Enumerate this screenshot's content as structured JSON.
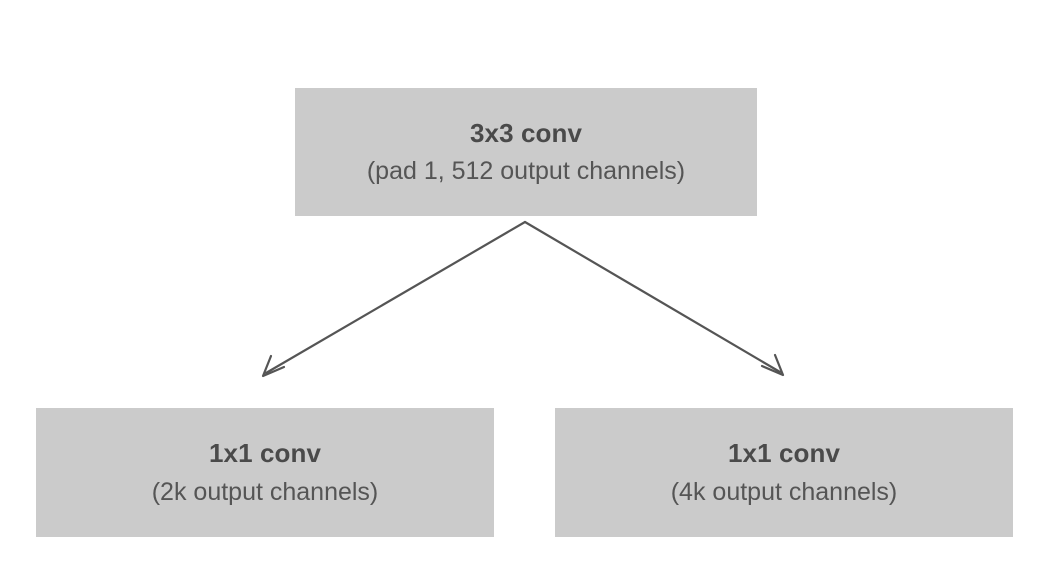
{
  "diagram": {
    "type": "flowchart",
    "orientation": "top-down-branching",
    "background_color": "#ffffff",
    "node_fill_color": "#cbcbcb",
    "title_text_color": "#4a4a4a",
    "subtitle_text_color": "#555555",
    "edge_color": "#555555",
    "nodes": [
      {
        "id": "root",
        "title": "3x3 conv",
        "subtitle": "(pad 1, 512 output channels)"
      },
      {
        "id": "left",
        "title": "1x1 conv",
        "subtitle": "(2k output channels)"
      },
      {
        "id": "right",
        "title": "1x1 conv",
        "subtitle": "(4k output channels)"
      }
    ],
    "edges": [
      {
        "id": "root-to-left",
        "from": "root",
        "to": "left",
        "arrowhead": "open-v",
        "label": ""
      },
      {
        "id": "root-to-right",
        "from": "root",
        "to": "right",
        "arrowhead": "open-v",
        "label": ""
      }
    ]
  }
}
